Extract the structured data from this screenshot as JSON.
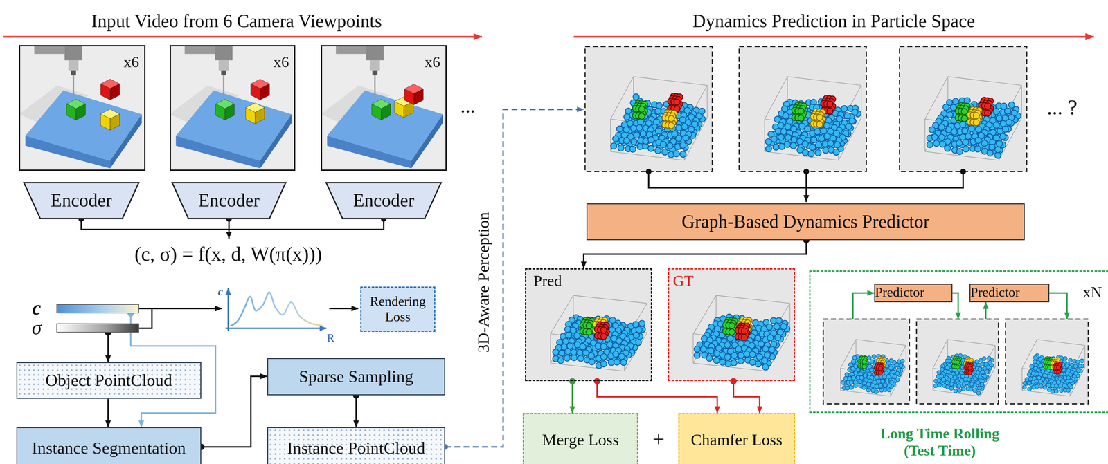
{
  "diagram": {
    "nodes": [
      {
        "text": [
          "x6"
        ]
      },
      {
        "text": [
          "x6"
        ]
      },
      {
        "text": [
          "x6"
        ]
      },
      {
        "text": [
          "Encoder"
        ]
      },
      {
        "text": [
          "Encoder"
        ]
      },
      {
        "text": [
          "Encoder"
        ]
      },
      {
        "text": [
          "c"
        ]
      },
      {
        "text": [
          "σ"
        ]
      },
      {
        "text": [
          "Rendering Loss"
        ]
      },
      {
        "text": [
          "Object PointCloud"
        ]
      },
      {
        "text": [
          "Instance Segmentation"
        ]
      },
      {
        "text": [
          "Sparse Sampling"
        ]
      },
      {
        "text": [
          "Instance PointCloud"
        ]
      },
      {
        "text": [
          "Graph-Based Dynamics Predictor"
        ]
      },
      {
        "text": [
          "Pred"
        ]
      },
      {
        "text": [
          "GT"
        ]
      },
      {
        "text": [
          "Merge Loss"
        ]
      },
      {
        "text": [
          "Chamfer Loss"
        ]
      },
      {
        "text": [
          "xN",
          "Long Time Rolling (Test Time)"
        ]
      },
      {
        "text": [
          "Predictor"
        ],
        "in": 18
      },
      {
        "text": [
          "Predictor"
        ],
        "in": 18
      }
    ],
    "edges": [
      {
        "from": 7,
        "to": 9,
        "arrow": "to"
      },
      {
        "from": 6,
        "to": 10,
        "arrow": "to"
      },
      {
        "from": 9,
        "to": 10,
        "arrow": "to"
      },
      {
        "from": 10,
        "to": 11,
        "arrow": "to"
      },
      {
        "from": 11,
        "to": 12,
        "arrow": "to"
      },
      {
        "from": 13,
        "to": 14,
        "arrow": "to"
      },
      {
        "from": 14,
        "to": 16,
        "arrow": "to"
      },
      {
        "from": 14,
        "to": 17,
        "arrow": "to"
      },
      {
        "from": 15,
        "to": 17,
        "arrow": "to"
      }
    ],
    "labels": [
      "Input Video from 6 Camera Viewpoints",
      "...",
      "(c, σ) = f(x, d, W(π(x)))",
      "c",
      "R",
      "3D-Aware Perception",
      "Dynamics Prediction in Particle Space",
      "... ?",
      "+"
    ]
  }
}
